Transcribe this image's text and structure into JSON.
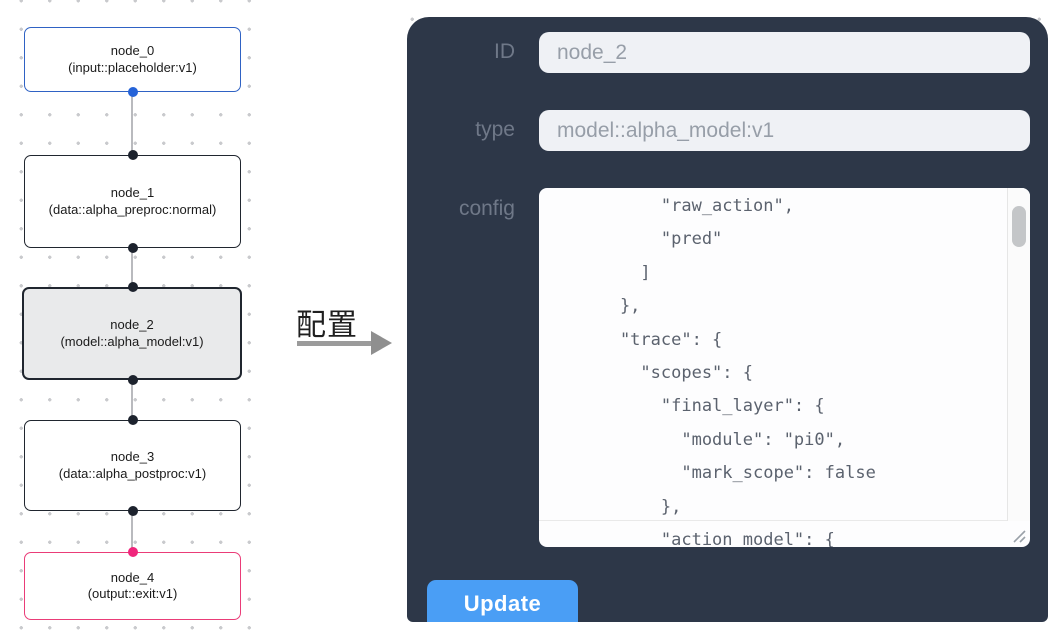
{
  "flow": {
    "nodes": [
      {
        "title": "node_0",
        "subtitle": "(input::placeholder:v1)",
        "variant": "input"
      },
      {
        "title": "node_1",
        "subtitle": "(data::alpha_preproc:normal)",
        "variant": "default"
      },
      {
        "title": "node_2",
        "subtitle": "(model::alpha_model:v1)",
        "variant": "selected"
      },
      {
        "title": "node_3",
        "subtitle": "(data::alpha_postproc:v1)",
        "variant": "default"
      },
      {
        "title": "node_4",
        "subtitle": "(output::exit:v1)",
        "variant": "output"
      }
    ]
  },
  "annotation": {
    "label": "配置"
  },
  "panel": {
    "id_label": "ID",
    "id_value": "node_2",
    "type_label": "type",
    "type_value": "model::alpha_model:v1",
    "config_label": "config",
    "config_text": "        \"raw_action\",\n        \"pred\"\n      ]\n    },\n    \"trace\": {\n      \"scopes\": {\n        \"final_layer\": {\n          \"module\": \"pi0\",\n          \"mark_scope\": false\n        },\n        \"action_model\": {",
    "update_label": "Update"
  },
  "colors": {
    "panel_background": "#2d3748",
    "accent_blue": "#4a9ef5",
    "input_node_border": "#2f62c4",
    "output_node_border": "#ea3c78",
    "selected_node_background": "#e9eaeb",
    "field_background": "#eff1f5",
    "label_gray": "#6f7888"
  }
}
